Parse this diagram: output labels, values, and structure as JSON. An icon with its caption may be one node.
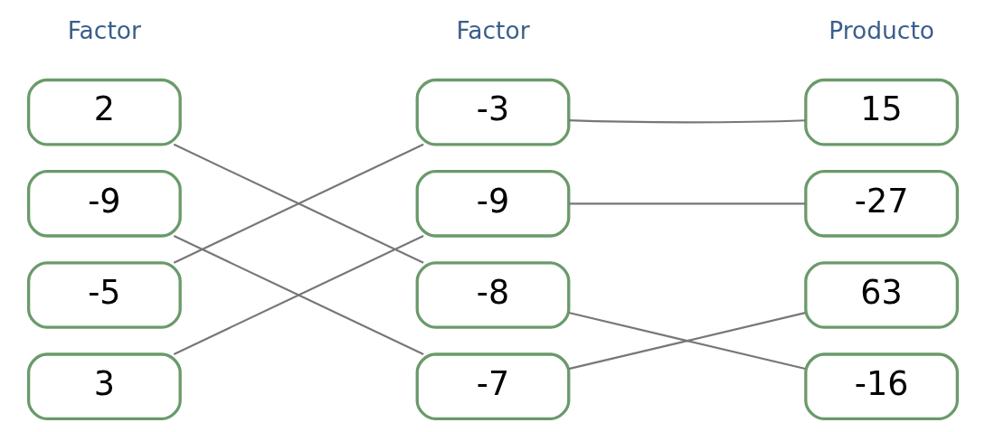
{
  "diagram": {
    "nodes": [
      {
        "text": [
          "2"
        ]
      },
      {
        "text": [
          "-9"
        ]
      },
      {
        "text": [
          "-5"
        ]
      },
      {
        "text": [
          "3"
        ]
      },
      {
        "text": [
          "-3"
        ]
      },
      {
        "text": [
          "-9"
        ]
      },
      {
        "text": [
          "-8"
        ]
      },
      {
        "text": [
          "-7"
        ]
      },
      {
        "text": [
          "15"
        ]
      },
      {
        "text": [
          "-27"
        ]
      },
      {
        "text": [
          "63"
        ]
      },
      {
        "text": [
          "-16"
        ]
      }
    ],
    "edges": [
      {
        "from": 0,
        "to": 6,
        "arrow": "none"
      },
      {
        "from": 1,
        "to": 7,
        "arrow": "none"
      },
      {
        "from": 2,
        "to": 4,
        "arrow": "none"
      },
      {
        "from": 3,
        "to": 5,
        "arrow": "none"
      },
      {
        "from": 4,
        "to": 8,
        "arrow": "none"
      },
      {
        "from": 5,
        "to": 9,
        "arrow": "none"
      },
      {
        "from": 6,
        "to": 11,
        "arrow": "none"
      },
      {
        "from": 7,
        "to": 10,
        "arrow": "none"
      }
    ],
    "labels": [
      "Factor",
      "Factor",
      "Producto"
    ]
  }
}
